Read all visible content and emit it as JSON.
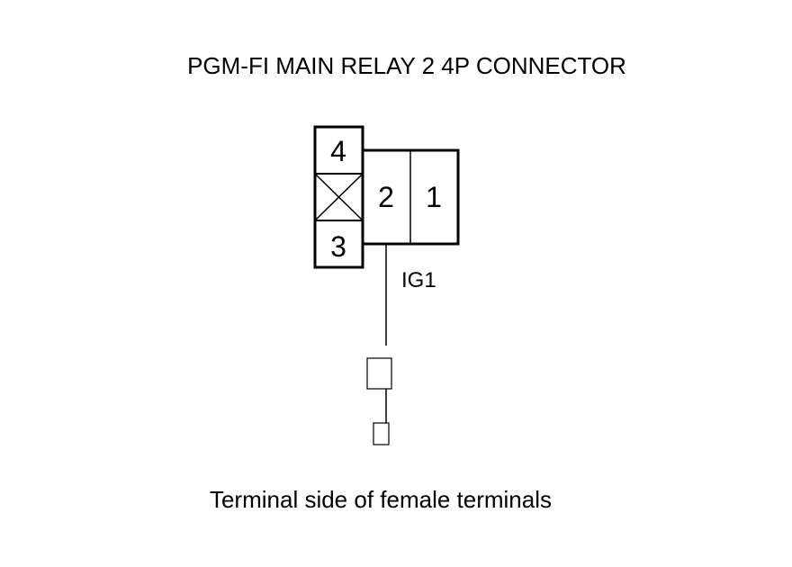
{
  "title": "PGM-FI MAIN RELAY 2 4P CONNECTOR",
  "pins": {
    "pin4": "4",
    "pin3": "3",
    "pin2": "2",
    "pin1": "1"
  },
  "signal_label": "IG1",
  "caption": "Terminal side of female terminals"
}
